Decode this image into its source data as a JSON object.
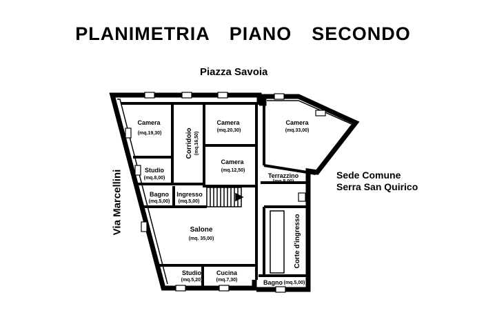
{
  "title": "PLANIMETRIA  PIANO  SECONDO",
  "streets": {
    "north": "Piazza Savoia",
    "west": "Via Marcellini"
  },
  "neighbor": {
    "line1": "Sede Comune",
    "line2": "Serra San Quirico"
  },
  "rooms": [
    {
      "name": "Camera",
      "area": "(mq.19,30)"
    },
    {
      "name": "Corridoio",
      "area": "(mq.16,50)"
    },
    {
      "name": "Camera",
      "area": "(mq.20,30)"
    },
    {
      "name": "Camera",
      "area": "(mq.33,00)"
    },
    {
      "name": "Camera",
      "area": "(mq.12,50)"
    },
    {
      "name": "Studio",
      "area": "(mq.8,00)"
    },
    {
      "name": "Terrazzino",
      "area": "(mq.8,00)"
    },
    {
      "name": "Bagno",
      "area": "(mq.5,00)"
    },
    {
      "name": "Ingresso",
      "area": "(mq.5,00)"
    },
    {
      "name": "Salone",
      "area": "(mq. 35,00)"
    },
    {
      "name": "Corte d'ingresso",
      "area": ""
    },
    {
      "name": "Studio",
      "area": "(mq.5,20)"
    },
    {
      "name": "Cucina",
      "area": "(mq.7,30)"
    },
    {
      "name": "Bagno",
      "area": "(mq.5,00)"
    }
  ]
}
